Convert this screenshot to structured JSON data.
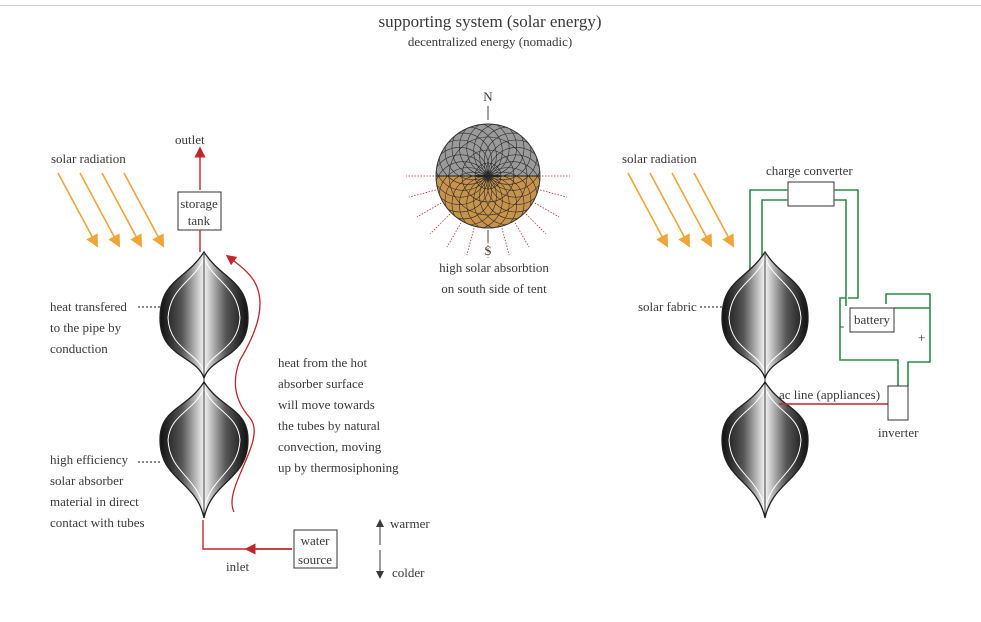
{
  "header": {
    "title": "supporting system (solar energy)",
    "subtitle": "decentralized energy (nomadic)"
  },
  "colors": {
    "pipe": "#c0272d",
    "wire": "#2f8a4a",
    "ray": "#f0a53a",
    "ink": "#3a3a3a",
    "south_fill": "#c8934a"
  },
  "left": {
    "radiation": "solar radiation",
    "outlet": "outlet",
    "tank_line1": "storage",
    "tank_line2": "tank",
    "heat_transfer": [
      "heat transfered",
      "to the pipe by",
      "conduction"
    ],
    "convection": [
      "heat from the hot",
      "absorber surface",
      "will move towards",
      "the tubes by natural",
      "convection, moving",
      "up by thermosiphoning"
    ],
    "absorber": [
      "high efficiency",
      "solar absorber",
      "material in direct",
      "contact with tubes"
    ],
    "inlet": "inlet",
    "water_line1": "water",
    "water_line2": "source",
    "warmer": "warmer",
    "colder": "colder"
  },
  "center": {
    "north": "N",
    "south": "S",
    "caption": [
      "high solar absorbtion",
      "on south side of tent"
    ]
  },
  "right": {
    "radiation": "solar radiation",
    "charge_converter": "charge converter",
    "solar_fabric": "solar fabric",
    "battery": "battery",
    "minus": "-",
    "plus": "+",
    "ac_line": "ac line (appliances)",
    "inverter": "inverter"
  }
}
